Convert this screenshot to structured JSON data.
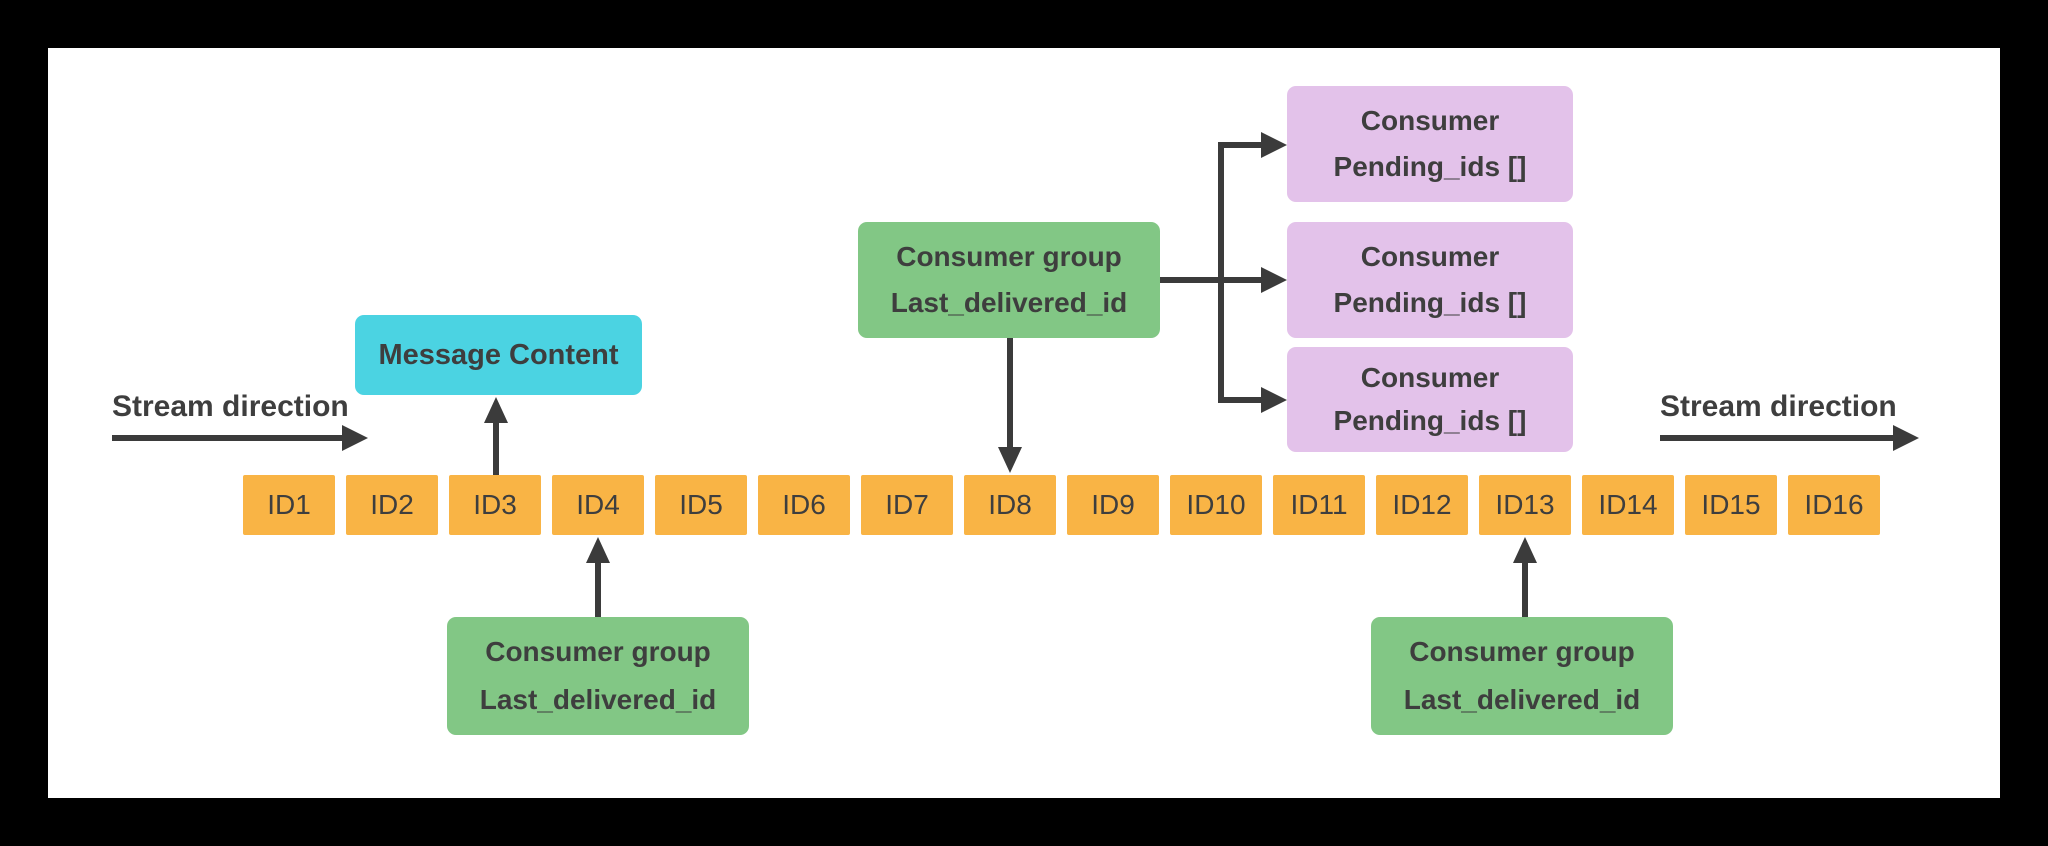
{
  "colors": {
    "background": "#000000",
    "canvas": "#ffffff",
    "entry": "#F9B445",
    "group": "#82C785",
    "message": "#4BD3E2",
    "consumer": "#E3C2EA",
    "line": "#3B3B3B",
    "text": "#3E3E3E"
  },
  "stream": {
    "left_label": "Stream direction",
    "right_label": "Stream direction",
    "entries": [
      "ID1",
      "ID2",
      "ID3",
      "ID4",
      "ID5",
      "ID6",
      "ID7",
      "ID8",
      "ID9",
      "ID10",
      "ID11",
      "ID12",
      "ID13",
      "ID14",
      "ID15",
      "ID16"
    ]
  },
  "message_box": {
    "label": "Message Content"
  },
  "consumer_groups": {
    "top": {
      "title": "Consumer group",
      "field": "Last_delivered_id"
    },
    "bottom_left": {
      "title": "Consumer group",
      "field": "Last_delivered_id"
    },
    "bottom_right": {
      "title": "Consumer group",
      "field": "Last_delivered_id"
    }
  },
  "consumers": [
    {
      "title": "Consumer",
      "field": "Pending_ids []"
    },
    {
      "title": "Consumer",
      "field": "Pending_ids []"
    },
    {
      "title": "Consumer",
      "field": "Pending_ids []"
    }
  ]
}
